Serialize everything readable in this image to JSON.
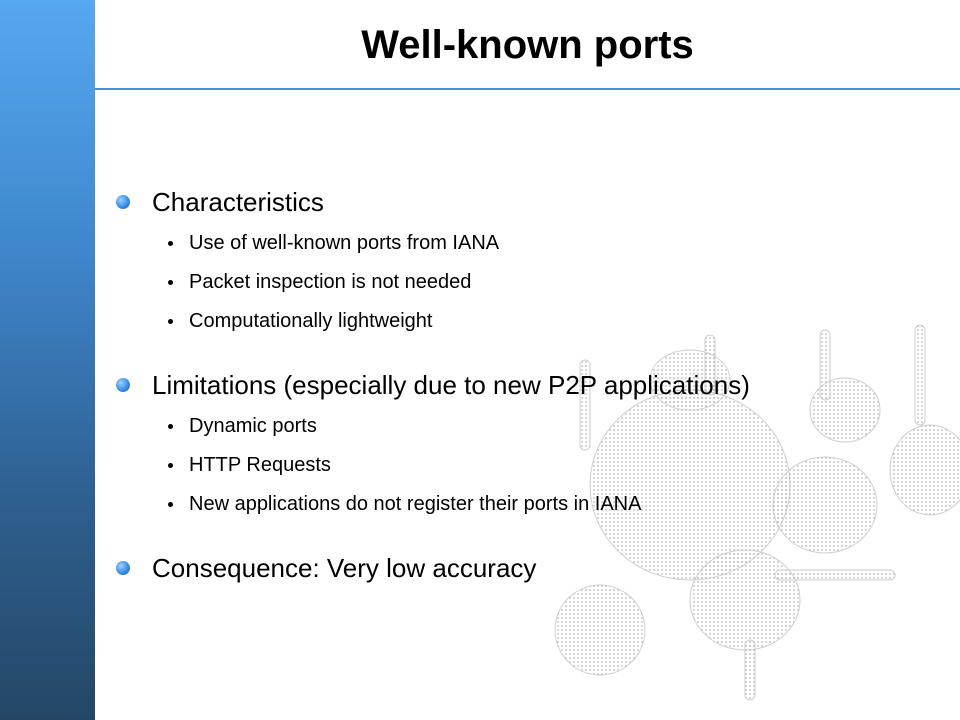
{
  "slide": {
    "title": "Well-known ports"
  },
  "sections": [
    {
      "heading": "Characteristics",
      "items": [
        "Use of well-known ports from IANA",
        "Packet inspection is not needed",
        "Computationally lightweight"
      ]
    },
    {
      "heading": "Limitations (especially due to new P2P applications)",
      "items": [
        "Dynamic ports",
        "HTTP Requests",
        "New applications do not register their ports in IANA"
      ]
    },
    {
      "heading": "Consequence: Very low accuracy",
      "items": []
    }
  ],
  "colors": {
    "side_bar_top": "#56a8f0",
    "side_bar_bottom": "#244766",
    "title_rule": "#4a90d9",
    "bullet": "#3a8ee6",
    "watermark": "#c8c8c8"
  }
}
